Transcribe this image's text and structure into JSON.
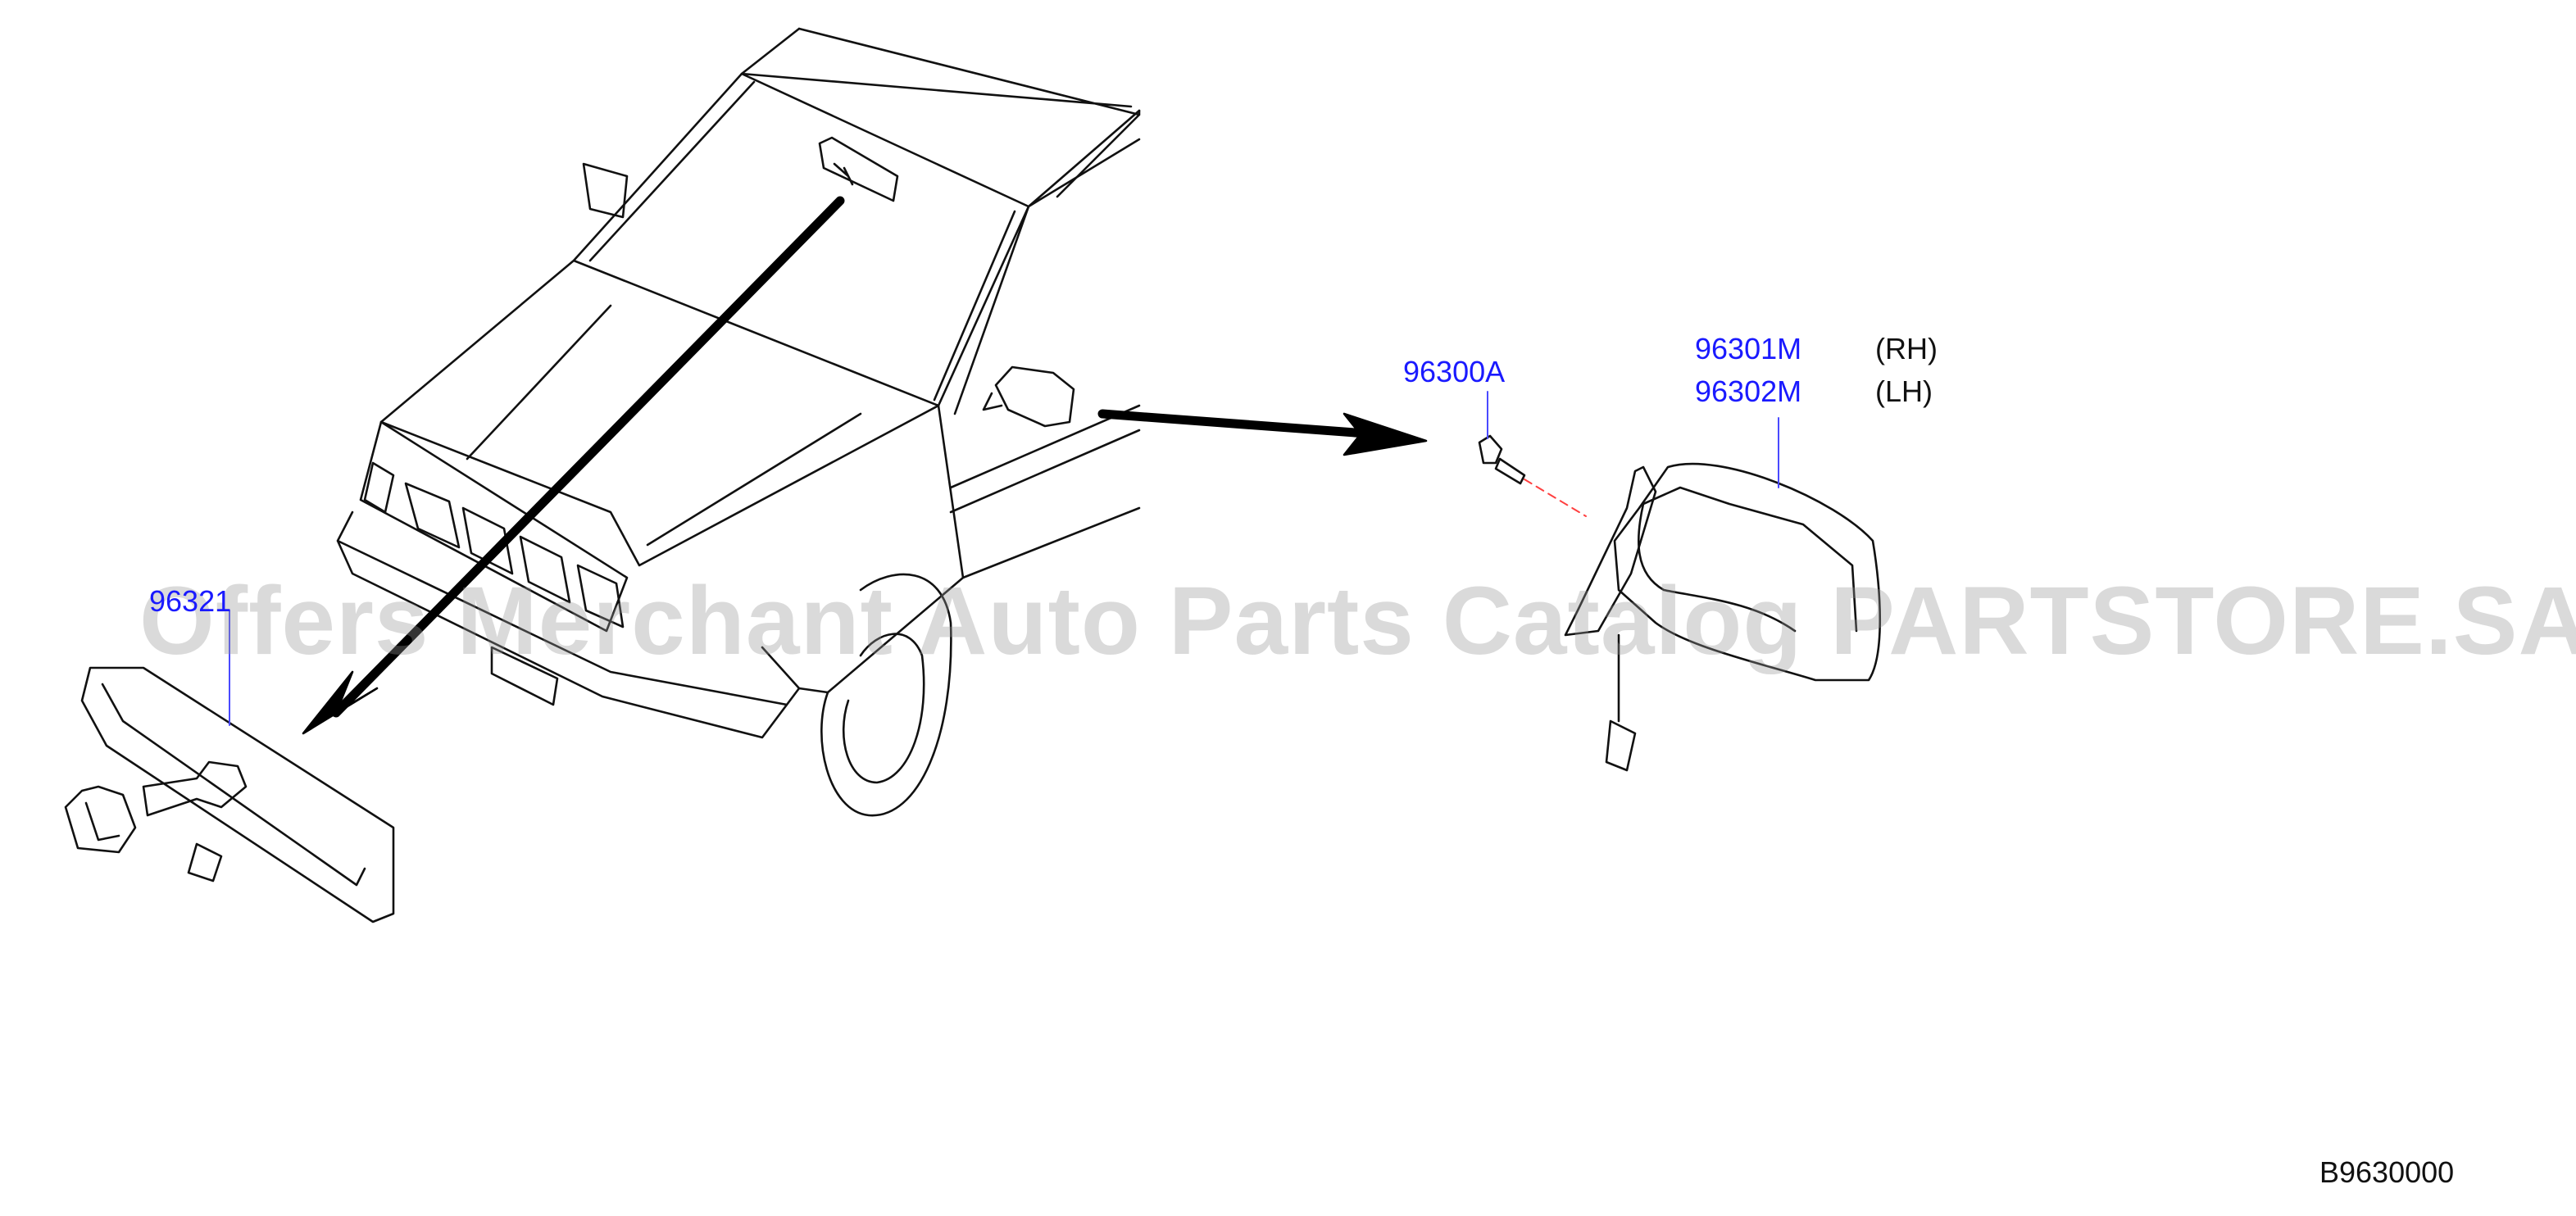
{
  "watermark": "Offers Merchant Auto Parts Catalog PARTSTORE.SA",
  "labels": {
    "inside_mirror": "96321",
    "screw": "96300A",
    "door_mirror_rh": "96301M",
    "door_mirror_lh": "96302M",
    "rh": "(RH)",
    "lh": "(LH)"
  },
  "reference_code": "B9630000",
  "colors": {
    "part_number": "#1a1aff",
    "line": "#111111",
    "leader": "#4a4aff",
    "center_line": "#ff4040",
    "watermark": "#969696"
  }
}
